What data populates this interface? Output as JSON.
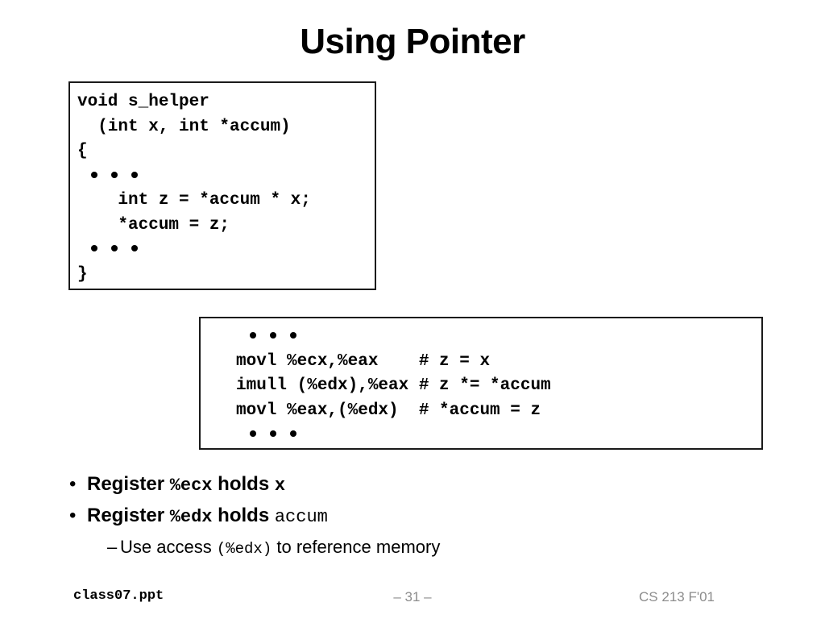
{
  "slide": {
    "title": "Using Pointer",
    "page_label": "– 31 –",
    "file_label": "class07.ppt",
    "course_label": "CS 213 F'01"
  },
  "c_code_box": {
    "lines": [
      {
        "type": "text",
        "text": "void s_helper"
      },
      {
        "type": "text",
        "text": "  (int x, int *accum)"
      },
      {
        "type": "text",
        "text": "{"
      },
      {
        "type": "ellipsis",
        "indent": 2
      },
      {
        "type": "text",
        "text": "    int z = *accum * x;"
      },
      {
        "type": "text",
        "text": "    *accum = z;"
      },
      {
        "type": "ellipsis",
        "indent": 2
      },
      {
        "type": "text",
        "text": "}"
      }
    ]
  },
  "asm_code_box": {
    "lines": [
      {
        "type": "ellipsis",
        "indent": 1
      },
      {
        "type": "text",
        "text": "movl %ecx,%eax    # z = x"
      },
      {
        "type": "text",
        "text": "imull (%edx),%eax # z *= *accum"
      },
      {
        "type": "text",
        "text": "movl %eax,(%edx)  # *accum = z"
      },
      {
        "type": "ellipsis",
        "indent": 1
      }
    ]
  },
  "bullets": {
    "marker": "•",
    "sub_marker": "–",
    "items": [
      {
        "marker": "•",
        "parts": [
          {
            "style": "sans-bold",
            "text": "Register "
          },
          {
            "style": "mono-bold",
            "text": "%ecx"
          },
          {
            "style": "sans-bold",
            "text": " holds "
          },
          {
            "style": "mono-bold",
            "text": "x"
          }
        ],
        "plain": "Register %ecx holds x"
      },
      {
        "marker": "•",
        "parts": [
          {
            "style": "sans-bold",
            "text": "Register "
          },
          {
            "style": "mono-bold",
            "text": "%edx"
          },
          {
            "style": "sans-bold",
            "text": " holds "
          },
          {
            "style": "mono-regular",
            "text": "accum"
          }
        ],
        "plain": "Register %edx holds accum"
      }
    ],
    "sub_item": {
      "marker": "–",
      "parts": [
        {
          "style": "sans-regular",
          "text": "Use access "
        },
        {
          "style": "mono-regular",
          "text": "(%edx)"
        },
        {
          "style": "sans-regular",
          "text": " to reference memory"
        }
      ],
      "plain": "Use access (%edx) to reference memory"
    }
  },
  "colors": {
    "text": "#000000",
    "footer_gray": "#8c8c8c",
    "box_border": "#1a1a1a",
    "background": "#ffffff"
  }
}
